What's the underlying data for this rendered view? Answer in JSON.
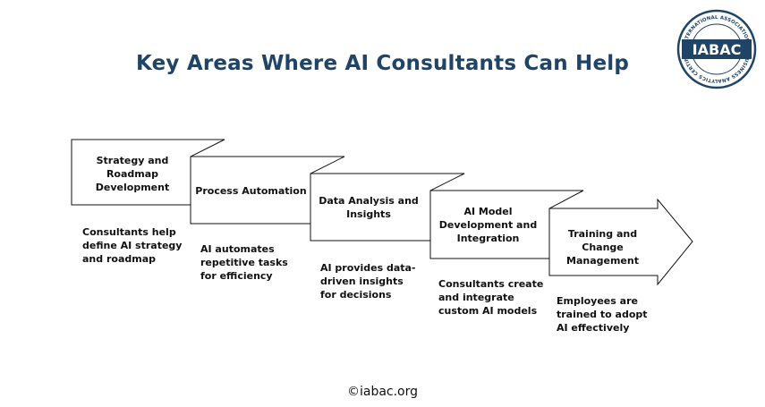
{
  "title": "Key Areas Where AI Consultants Can Help",
  "logo": {
    "text": "IABAC",
    "ring_text": "INTERNATIONAL ASSOCIATION OF BUSINESS ANALYTICS CERTIFICATION",
    "icon": "iabac-seal-logo",
    "color": "#1f4465"
  },
  "steps": [
    {
      "title": "Strategy and Roadmap Development",
      "description": "Consultants help define AI strategy and roadmap"
    },
    {
      "title": "Process Automation",
      "description": "AI automates repetitive tasks for efficiency"
    },
    {
      "title": "Data Analysis and Insights",
      "description": "AI provides data-driven insights for decisions"
    },
    {
      "title": "AI Model Development and Integration",
      "description": "Consultants create and integrate custom AI models"
    },
    {
      "title": "Training and Change Management",
      "description": "Employees are trained to adopt AI effectively"
    }
  ],
  "footer": {
    "symbol": "©",
    "text": "iabac.org"
  },
  "colors": {
    "title": "#1f4465",
    "stroke": "#111111",
    "fill": "#ffffff"
  }
}
